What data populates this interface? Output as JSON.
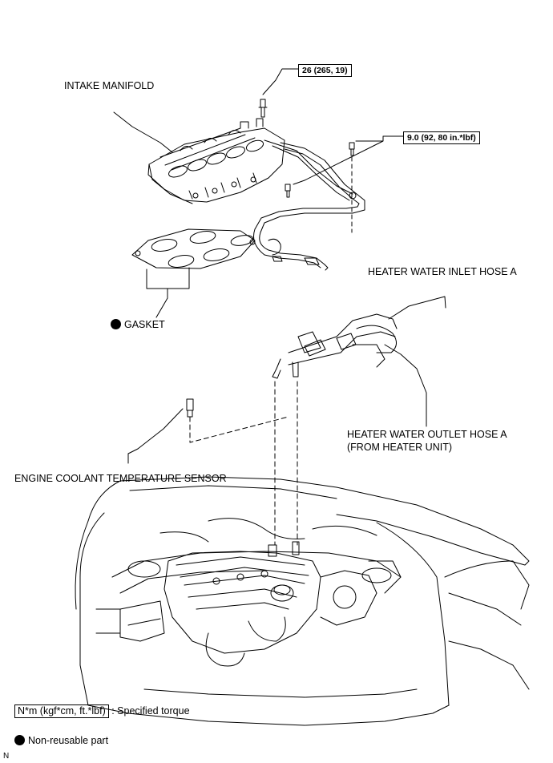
{
  "labels": {
    "intake_manifold": "INTAKE MANIFOLD",
    "gasket": "GASKET",
    "heater_inlet_hose": "HEATER WATER INLET HOSE A",
    "heater_outlet_hose_line1": "HEATER WATER OUTLET HOSE A",
    "heater_outlet_hose_line2": "(FROM HEATER UNIT)",
    "coolant_sensor": "ENGINE COOLANT TEMPERATURE SENSOR"
  },
  "torque": {
    "manifold_bolt": "26 (265, 19)",
    "hose_bolts": "9.0 (92, 80 in.*lbf)"
  },
  "legend": {
    "torque_units": "N*m (kgf*cm, ft.*lbf)",
    "torque_desc": ": Specified torque",
    "nonreusable": "Non-reusable part"
  },
  "corner_mark": "N",
  "icons": {
    "nonreusable_marker": "filled-circle-icon"
  }
}
